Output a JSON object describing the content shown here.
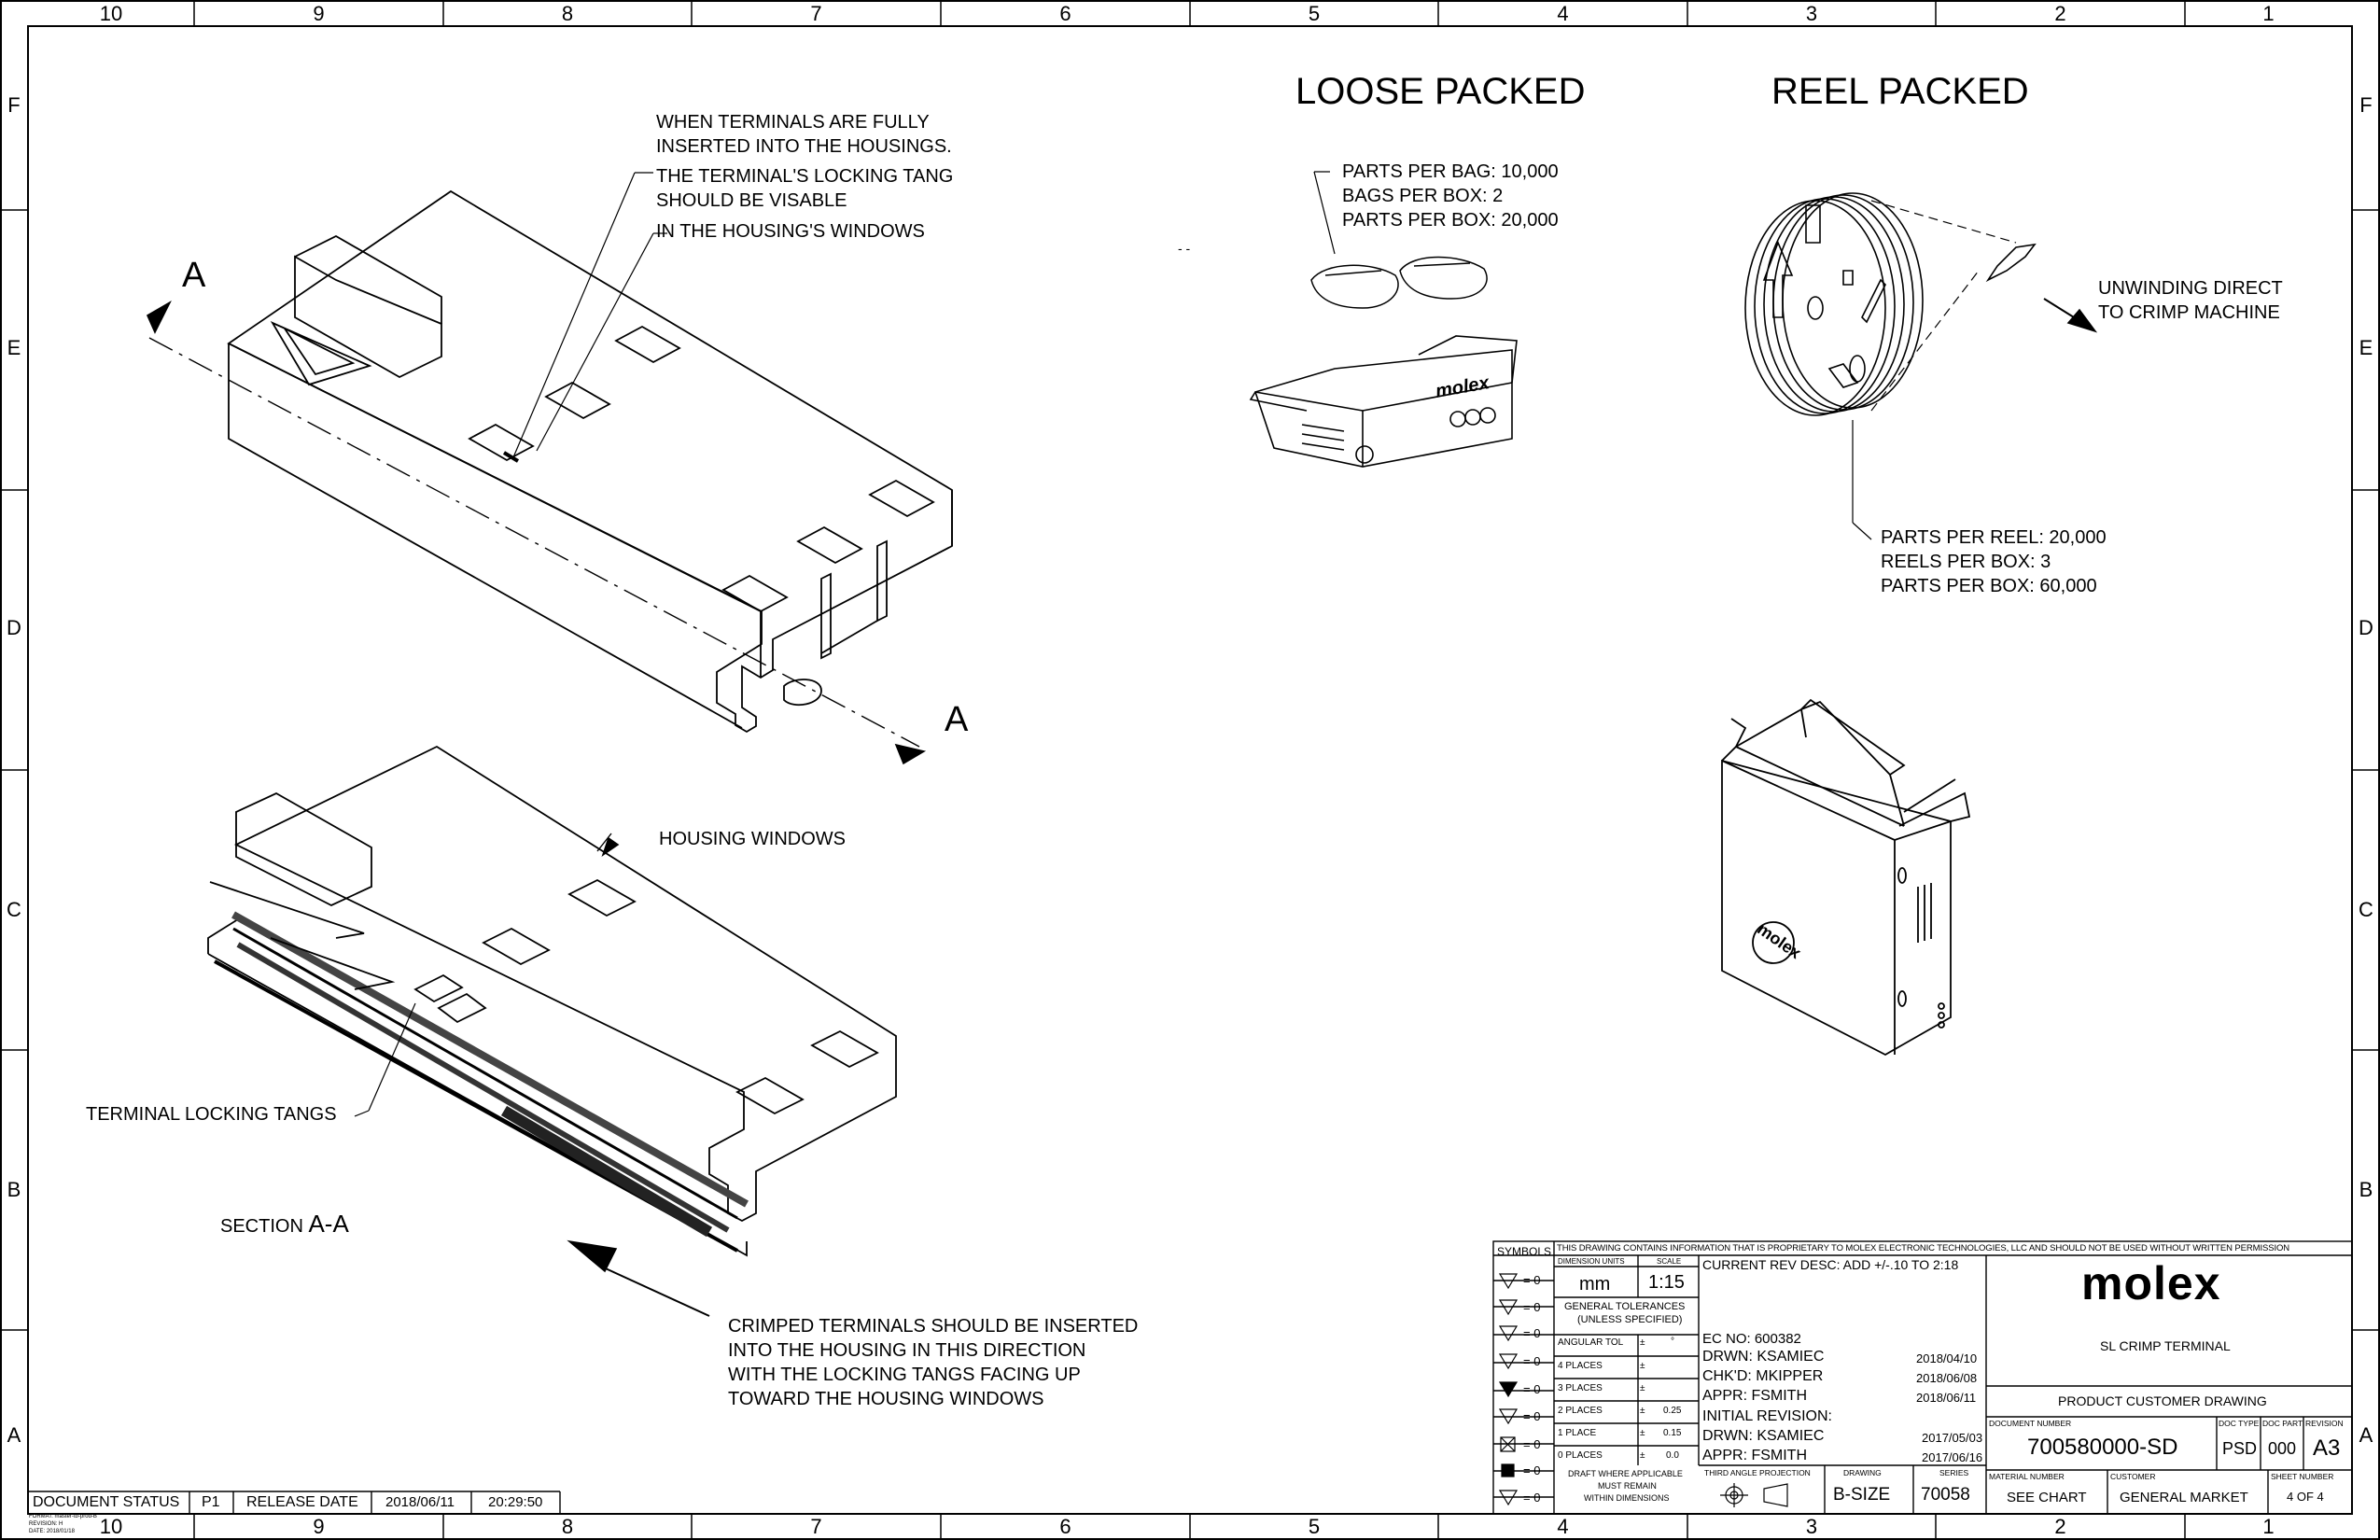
{
  "zones": {
    "columns": [
      "10",
      "9",
      "8",
      "7",
      "6",
      "5",
      "4",
      "3",
      "2",
      "1"
    ],
    "rows": [
      "F",
      "E",
      "D",
      "C",
      "B",
      "A"
    ]
  },
  "views": {
    "loose_title": "LOOSE PACKED",
    "reel_title": "REEL PACKED",
    "loose_notes": [
      "PARTS PER BAG: 10,000",
      "BAGS PER BOX: 2",
      "PARTS PER BOX: 20,000"
    ],
    "reel_notes": [
      "PARTS PER REEL: 20,000",
      "REELS PER BOX: 3",
      "PARTS PER BOX: 60,000"
    ],
    "unwinding": [
      "UNWINDING DIRECT",
      "TO CRIMP MACHINE"
    ],
    "tang_note": [
      "WHEN TERMINALS ARE FULLY",
      "INSERTED INTO THE HOUSINGS.",
      "THE TERMINAL'S LOCKING TANG",
      "SHOULD BE VISABLE",
      "IN THE HOUSING'S WINDOWS"
    ],
    "section_marker": "A",
    "housing_windows": "HOUSING WINDOWS",
    "locking_tangs": "TERMINAL LOCKING TANGS",
    "section_label_prefix": "SECTION ",
    "section_label_id": "A-A",
    "insert_note": [
      "CRIMPED TERMINALS SHOULD BE INSERTED",
      "INTO THE HOUSING IN THIS DIRECTION",
      "WITH THE LOCKING TANGS FACING UP",
      "TOWARD THE HOUSING WINDOWS"
    ],
    "box_brand": "molex",
    "stray_mark": "- -"
  },
  "title_block": {
    "symbols_header": "SYMBOLS",
    "symbols_value": "= 0",
    "proprietary": "THIS DRAWING CONTAINS INFORMATION THAT IS PROPRIETARY TO MOLEX ELECTRONIC TECHNOLOGIES, LLC AND SHOULD NOT BE USED WITHOUT WRITTEN PERMISSION",
    "dimension_units_label": "DIMENSION UNITS",
    "dimension_units": "mm",
    "scale_label": "SCALE",
    "scale": "1:15",
    "tolerances_title": "GENERAL TOLERANCES",
    "tolerances_sub": "(UNLESS SPECIFIED)",
    "angular_tol": "ANGULAR TOL",
    "pm": "±",
    "degree": "°",
    "tolerance_rows": [
      {
        "label": "4 PLACES",
        "value": ""
      },
      {
        "label": "3 PLACES",
        "value": ""
      },
      {
        "label": "2 PLACES",
        "value": "0.25"
      },
      {
        "label": "1 PLACE",
        "value": "0.15"
      },
      {
        "label": "0 PLACES",
        "value": "0.0"
      }
    ],
    "draft_note": [
      "DRAFT WHERE APPLICABLE",
      "MUST REMAIN",
      "WITHIN DIMENSIONS"
    ],
    "current_rev_desc": "CURRENT REV DESC: ADD +/-.10 TO 2:18",
    "ec_no": "EC NO:  600382",
    "drwn": "DRWN:  KSAMIEC",
    "drwn_date": "2018/04/10",
    "chkd": "CHK'D:  MKIPPER",
    "chkd_date": "2018/06/08",
    "appr": "APPR:  FSMITH",
    "appr_date": "2018/06/11",
    "initial_revision": "INITIAL REVISION:",
    "init_drwn": "DRWN:  KSAMIEC",
    "init_drwn_date": "2017/05/03",
    "init_appr": "APPR:  FSMITH",
    "init_appr_date": "2017/06/16",
    "projection_label": "THIRD ANGLE PROJECTION",
    "drawing_label": "DRAWING",
    "drawing_size": "B-SIZE",
    "series_label": "SERIES",
    "series": "70058",
    "logo": "molex",
    "product_title": "SL CRIMP TERMINAL",
    "drawing_type": "PRODUCT CUSTOMER DRAWING",
    "document_number_label": "DOCUMENT NUMBER",
    "document_number": "700580000-SD",
    "doc_type_label": "DOC TYPE",
    "doc_type": "PSD",
    "doc_part_label": "DOC PART",
    "doc_part": "000",
    "revision_label": "REVISION",
    "revision": "A3",
    "material_label": "MATERIAL NUMBER",
    "material": "SEE CHART",
    "customer_label": "CUSTOMER",
    "customer": "GENERAL MARKET",
    "sheet_label": "SHEET NUMBER",
    "sheet": "4 OF 4"
  },
  "status_bar": {
    "doc_status_label": "DOCUMENT STATUS",
    "doc_status": "P1",
    "release_label": "RELEASE DATE",
    "release_date": "2018/06/11",
    "release_time": "20:29:50",
    "format": [
      "FORMAT: master-tb-prod-B",
      "REVISION: H",
      "DATE: 2018/01/18"
    ]
  }
}
